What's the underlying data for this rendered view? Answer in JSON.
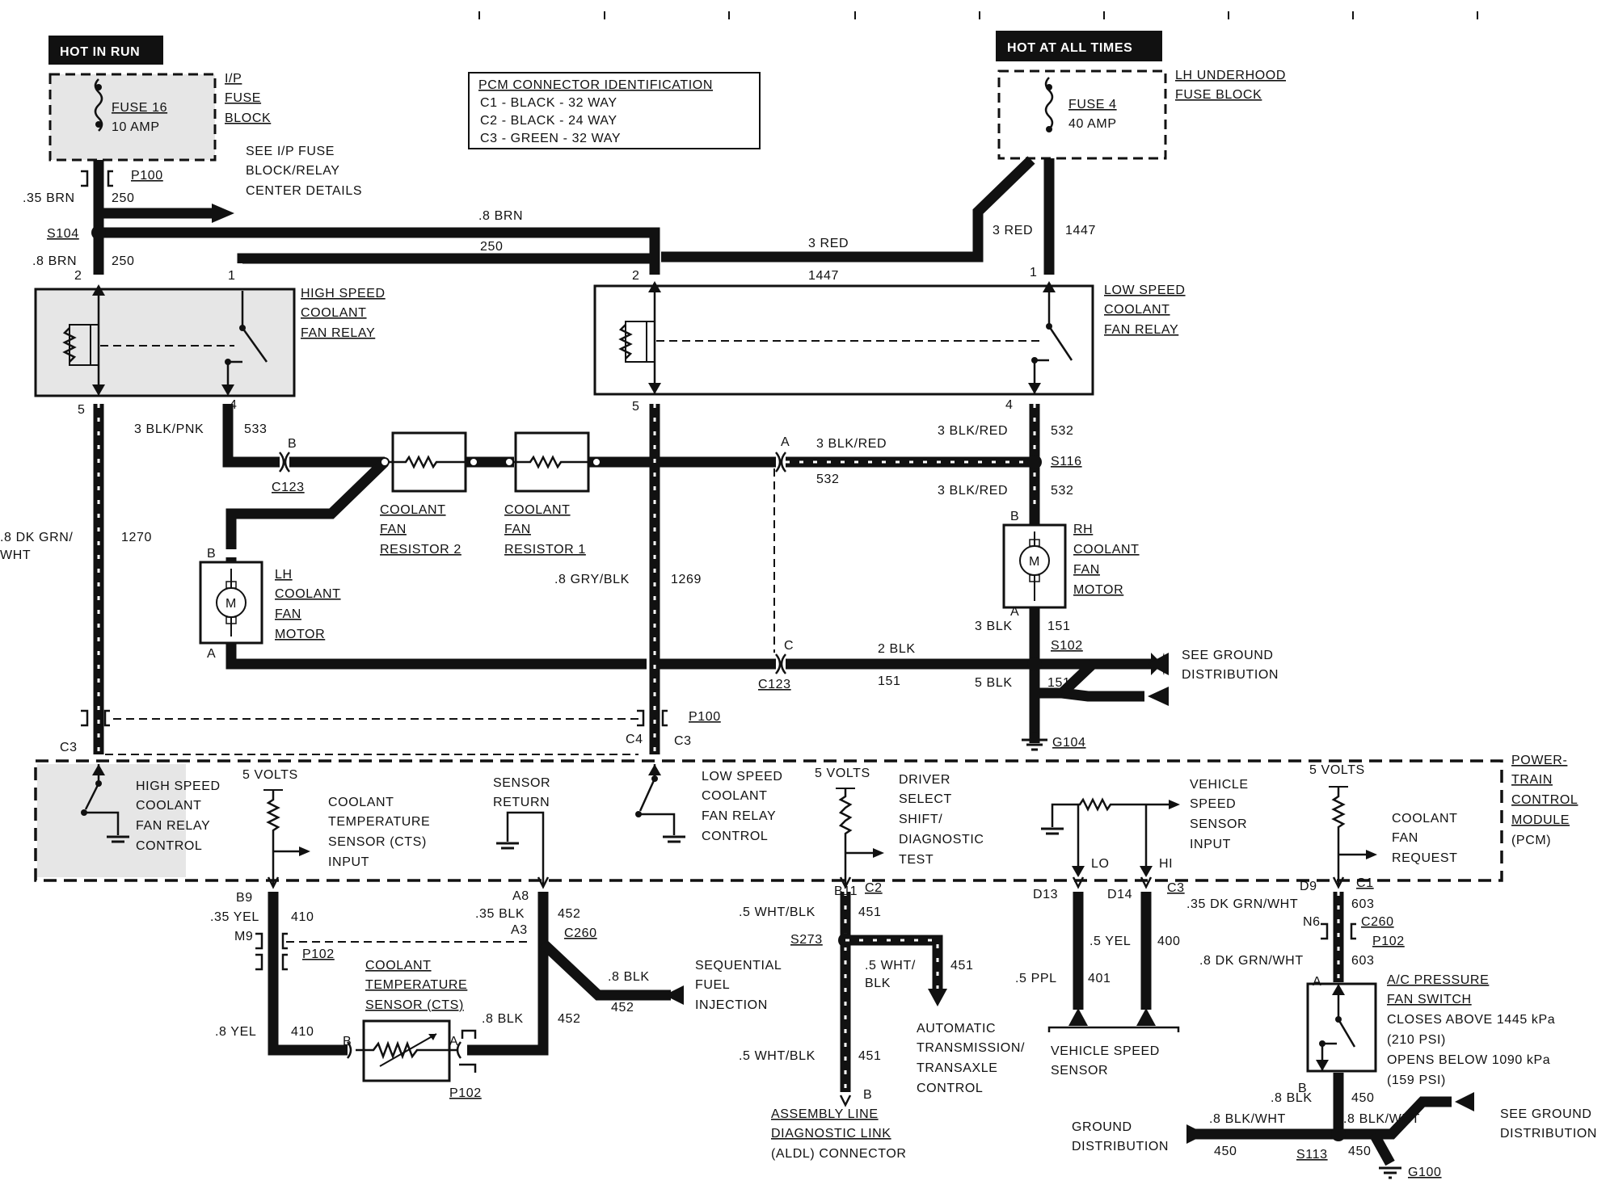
{
  "headers": {
    "hot_in_run": "HOT IN RUN",
    "hot_at_all_times": "HOT AT ALL TIMES"
  },
  "fuse16": {
    "name": "FUSE 16",
    "rating": "10 AMP",
    "block": [
      "I/P",
      "FUSE",
      "BLOCK"
    ]
  },
  "fuse4": {
    "name": "FUSE 4",
    "rating": "40 AMP",
    "block": [
      "LH UNDERHOOD",
      "FUSE BLOCK"
    ]
  },
  "see_ip": [
    "SEE I/P FUSE",
    "BLOCK/RELAY",
    "CENTER DETAILS"
  ],
  "pcm_connector": {
    "title": "PCM CONNECTOR IDENTIFICATION",
    "rows": [
      "C1 - BLACK - 32 WAY",
      "C2 - BLACK - 24 WAY",
      "C3 - GREEN - 32 WAY"
    ]
  },
  "wires": {
    "w35brn": ".35 BRN",
    "c250": "250",
    "p100": "P100",
    "s104": "S104",
    "w8brn": ".8 BRN",
    "w3red": "3 RED",
    "c1447": "1447",
    "pin1": "1",
    "pin2": "2",
    "pin4": "4",
    "pin5": "5",
    "w3blkpnk": "3 BLK/PNK",
    "c533": "533",
    "pinB": "B",
    "pinA": "A",
    "pinC": "C",
    "c123": "C123",
    "w3blkred": "3 BLK/RED",
    "c532": "532",
    "s116": "S116",
    "w8dkgrnwht_a": ".8 DK GRN/",
    "w8dkgrnwht_b": "WHT",
    "c1270": "1270",
    "w8gryblk": ".8 GRY/BLK",
    "c1269": "1269",
    "w3blk": "3 BLK",
    "c151": "151",
    "s102": "S102",
    "w2blk": "2 BLK",
    "w5blk": "5 BLK",
    "g104": "G104",
    "c3": "C3",
    "c4": "C4",
    "b9": "B9",
    "w35yel": ".35 YEL",
    "c410": "410",
    "m9": "M9",
    "p102": "P102",
    "w8yel": ".8 YEL",
    "a8": "A8",
    "w35blk": ".35 BLK",
    "c452": "452",
    "a3": "A3",
    "c260": "C260",
    "w8blk": ".8 BLK",
    "b11": "B11",
    "c2": "C2",
    "w5whtblk": ".5 WHT/BLK",
    "c451": "451",
    "s273": "S273",
    "w5wht_a": ".5 WHT/",
    "w5wht_b": "BLK",
    "d13": "D13",
    "d14": "D14",
    "lo": "LO",
    "hi": "HI",
    "w5yel": ".5 YEL",
    "c400": "400",
    "w5ppl": ".5 PPL",
    "c401": "401",
    "d9": "D9",
    "c1": "C1",
    "w35dkgrn": ".35 DK GRN/WHT",
    "c603": "603",
    "n6": "N6",
    "w8dkgrn": ".8 DK GRN/WHT",
    "c450": "450",
    "w8blkwht": ".8 BLK/WHT",
    "s113": "S113",
    "g100": "G100"
  },
  "components": {
    "high_relay": [
      "HIGH SPEED",
      "COOLANT",
      "FAN RELAY"
    ],
    "low_relay": [
      "LOW SPEED",
      "COOLANT",
      "FAN RELAY"
    ],
    "resistor2": [
      "COOLANT",
      "FAN",
      "RESISTOR 2"
    ],
    "resistor1": [
      "COOLANT",
      "FAN",
      "RESISTOR 1"
    ],
    "lh_motor": [
      "LH",
      "COOLANT",
      "FAN",
      "MOTOR"
    ],
    "rh_motor": [
      "RH",
      "COOLANT",
      "FAN",
      "MOTOR"
    ],
    "motor_symbol": "M",
    "ground_dist": [
      "SEE GROUND",
      "DISTRIBUTION"
    ],
    "pcm": [
      "POWER-",
      "TRAIN",
      "CONTROL",
      "MODULE",
      "(PCM)"
    ],
    "pcm_hs_ctrl": [
      "HIGH SPEED",
      "COOLANT",
      "FAN RELAY",
      "CONTROL"
    ],
    "five_volts": "5 VOLTS",
    "cts_input": [
      "COOLANT",
      "TEMPERATURE",
      "SENSOR (CTS)",
      "INPUT"
    ],
    "sensor_return": [
      "SENSOR",
      "RETURN"
    ],
    "pcm_ls_ctrl": [
      "LOW SPEED",
      "COOLANT",
      "FAN RELAY",
      "CONTROL"
    ],
    "driver_select": [
      "DRIVER",
      "SELECT",
      "SHIFT/",
      "DIAGNOSTIC",
      "TEST"
    ],
    "vss_input": [
      "VEHICLE",
      "SPEED",
      "SENSOR",
      "INPUT"
    ],
    "fan_request": [
      "COOLANT",
      "FAN",
      "REQUEST"
    ],
    "cts": [
      "COOLANT",
      "TEMPERATURE",
      "SENSOR (CTS)"
    ],
    "sfi": [
      "SEQUENTIAL",
      "FUEL",
      "INJECTION"
    ],
    "aldl": [
      "ASSEMBLY LINE",
      "DIAGNOSTIC LINK",
      "(ALDL) CONNECTOR"
    ],
    "ttc": [
      "AUTOMATIC",
      "TRANSMISSION/",
      "TRANSAXLE",
      "CONTROL"
    ],
    "vss": [
      "VEHICLE SPEED",
      "SENSOR"
    ],
    "ac_switch": [
      "A/C PRESSURE",
      "FAN SWITCH",
      "CLOSES ABOVE 1445 kPa",
      "(210 PSI)",
      "OPENS BELOW 1090 kPa",
      "(159 PSI)"
    ],
    "ground_dist2": [
      "GROUND",
      "DISTRIBUTION"
    ]
  }
}
